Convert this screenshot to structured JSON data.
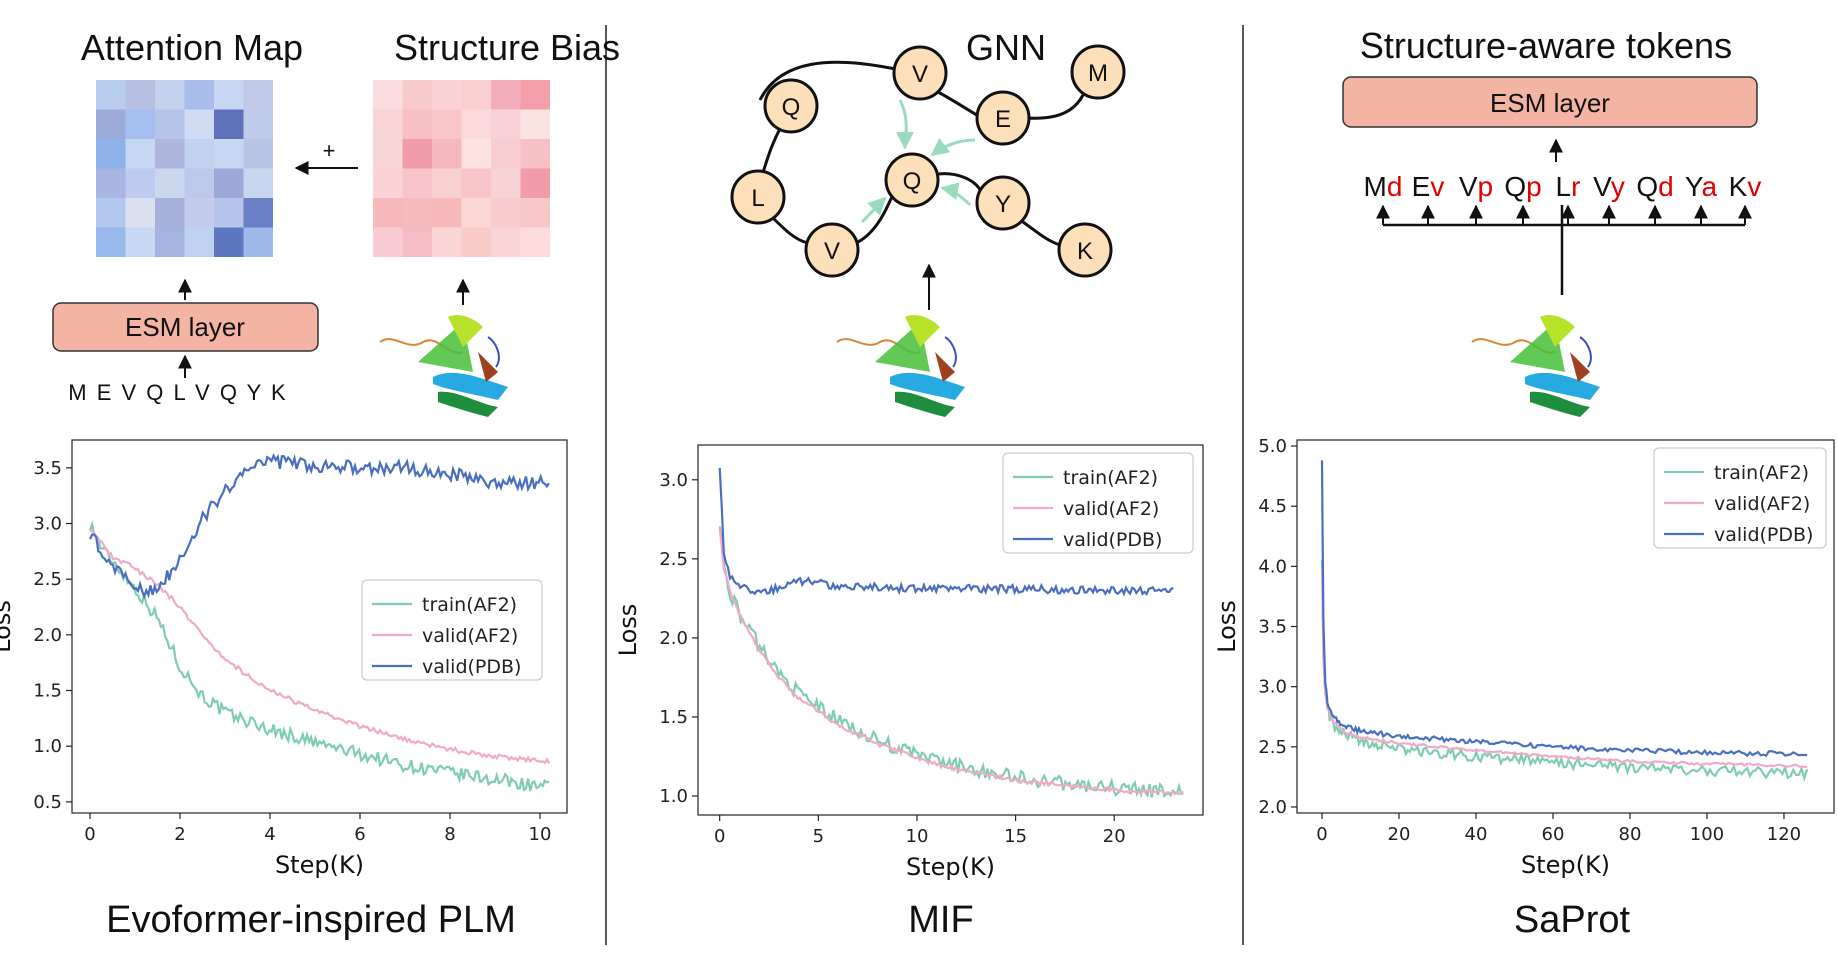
{
  "panels": [
    {
      "id": "evoformer",
      "heading_left": "Attention Map",
      "heading_right": "Structure Bias",
      "plus_sign": "+",
      "esm_label": "ESM layer",
      "sequence": "M E V Q L V Q Y K",
      "title": "Evoformer-inspired PLM",
      "attention_colors": [
        [
          "#b8cdee",
          "#b6c0e0",
          "#c4d2ee",
          "#a9bcea",
          "#c7d6f2",
          "#c0cae6"
        ],
        [
          "#9dabd8",
          "#a6bff0",
          "#b5c5ea",
          "#cfdaf3",
          "#5e70b9",
          "#bdcbe9"
        ],
        [
          "#8db3ea",
          "#c6d7f1",
          "#adb6dc",
          "#c1d2ef",
          "#c6d7f1",
          "#b8c6e6"
        ],
        [
          "#a9b6e2",
          "#bccbef",
          "#cbd7ef",
          "#bcc9ea",
          "#9da8d9",
          "#c7d5ef"
        ],
        [
          "#b3c8ee",
          "#dbe0ef",
          "#a7b2dc",
          "#c3cdeb",
          "#b6c5ec",
          "#6a80c7"
        ],
        [
          "#98b8ec",
          "#c7d8f2",
          "#a5b3df",
          "#c0d2f2",
          "#5f76c0",
          "#9fbaea"
        ]
      ],
      "bias_colors": [
        [
          "#fbdddf",
          "#f6cac9",
          "#fad3d4",
          "#f9cfcf",
          "#f4aebb",
          "#f49eaa"
        ],
        [
          "#f9d5d5",
          "#f6bfc2",
          "#f8c6c6",
          "#fbd9db",
          "#f9d2d8",
          "#fae2e0"
        ],
        [
          "#f9d6d6",
          "#f29caa",
          "#f6b8bf",
          "#fbe1df",
          "#f8cdcf",
          "#f7c0c4"
        ],
        [
          "#fbd2d6",
          "#f8c4ca",
          "#f9d0d0",
          "#f7c4c8",
          "#f8d3d5",
          "#f29ca9"
        ],
        [
          "#f7b8bb",
          "#f7bbbd",
          "#f7b9b9",
          "#fbd7d6",
          "#f8cccd",
          "#f7c7c7"
        ],
        [
          "#f8cbd2",
          "#f6bcc3",
          "#f9d5d5",
          "#f8cbc7",
          "#f9d6d5",
          "#fbdbdb"
        ]
      ]
    },
    {
      "id": "mif",
      "heading": "GNN",
      "title": "MIF",
      "nodes": [
        "M",
        "V",
        "E",
        "Q",
        "Q",
        "Y",
        "L",
        "V",
        "K"
      ]
    },
    {
      "id": "saprot",
      "heading": "Structure-aware tokens",
      "esm_label": "ESM layer",
      "title": "SaProt",
      "tokens": [
        {
          "aa": "M",
          "ss": "d"
        },
        {
          "aa": "E",
          "ss": "v"
        },
        {
          "aa": "V",
          "ss": "p"
        },
        {
          "aa": "Q",
          "ss": "p"
        },
        {
          "aa": "L",
          "ss": "r"
        },
        {
          "aa": "V",
          "ss": "y"
        },
        {
          "aa": "Q",
          "ss": "d"
        },
        {
          "aa": "Y",
          "ss": "a"
        },
        {
          "aa": "K",
          "ss": "v"
        }
      ]
    }
  ],
  "colors": {
    "train": "#7fcdb0",
    "valid_af2": "#f2a9c9",
    "valid_pdb": "#4a6fc0",
    "esm_fill": "#f4b4a4",
    "node_fill": "#fde0b9",
    "gnn_arrow": "#9adbbd",
    "token_red": "#e00000"
  },
  "chart_data": [
    {
      "type": "line",
      "xlabel": "Step(K)",
      "ylabel": "Loss",
      "xlim": [
        -0.4,
        10.6
      ],
      "ylim": [
        0.4,
        3.75
      ],
      "xticks": [
        0,
        2,
        4,
        6,
        8,
        10
      ],
      "yticks": [
        0.5,
        1.0,
        1.5,
        2.0,
        2.5,
        3.0,
        3.5
      ],
      "ytick_labels": [
        "0.5",
        "1.0",
        "1.5",
        "2.0",
        "2.5",
        "3.0",
        "3.5"
      ],
      "legend": "center-right",
      "series": [
        {
          "name": "train(AF2)",
          "key": "train",
          "noise": 0.06,
          "x": [
            0,
            0.3,
            0.6,
            1.0,
            1.5,
            2.0,
            2.5,
            3.0,
            4.0,
            5.0,
            6.0,
            7.0,
            8.0,
            9.0,
            10.2
          ],
          "y": [
            3.0,
            2.75,
            2.62,
            2.42,
            2.15,
            1.72,
            1.45,
            1.3,
            1.15,
            1.03,
            0.93,
            0.83,
            0.76,
            0.7,
            0.63
          ]
        },
        {
          "name": "valid(AF2)",
          "key": "valid_af2",
          "noise": 0.02,
          "x": [
            0,
            0.5,
            1.0,
            1.5,
            2.0,
            2.5,
            3.0,
            4.0,
            5.0,
            6.0,
            7.0,
            8.0,
            9.0,
            10.2
          ],
          "y": [
            2.95,
            2.7,
            2.6,
            2.45,
            2.25,
            2.0,
            1.78,
            1.5,
            1.32,
            1.18,
            1.06,
            0.97,
            0.91,
            0.86
          ]
        },
        {
          "name": "valid(PDB)",
          "key": "valid_pdb",
          "noise": 0.06,
          "x": [
            0,
            0.4,
            0.8,
            1.2,
            1.6,
            2.0,
            2.5,
            3.0,
            3.5,
            4.0,
            5.0,
            6.0,
            7.0,
            8.0,
            9.0,
            10.2
          ],
          "y": [
            2.92,
            2.65,
            2.5,
            2.38,
            2.45,
            2.7,
            3.05,
            3.3,
            3.48,
            3.56,
            3.52,
            3.5,
            3.5,
            3.45,
            3.35,
            3.38
          ]
        }
      ]
    },
    {
      "type": "line",
      "xlabel": "Step(K)",
      "ylabel": "Loss",
      "xlim": [
        -1.1,
        24.5
      ],
      "ylim": [
        0.88,
        3.22
      ],
      "xticks": [
        0,
        5,
        10,
        15,
        20
      ],
      "yticks": [
        1.0,
        1.5,
        2.0,
        2.5,
        3.0
      ],
      "ytick_labels": [
        "1.0",
        "1.5",
        "2.0",
        "2.5",
        "3.0"
      ],
      "legend": "top-right",
      "series": [
        {
          "name": "train(AF2)",
          "key": "train",
          "noise": 0.045,
          "x": [
            0,
            0.2,
            0.5,
            1.0,
            2.0,
            3.0,
            4.0,
            6.0,
            8.0,
            10.0,
            12.0,
            15.0,
            18.0,
            21.0,
            23.5
          ],
          "y": [
            2.75,
            2.45,
            2.3,
            2.15,
            1.95,
            1.78,
            1.65,
            1.48,
            1.35,
            1.26,
            1.19,
            1.12,
            1.07,
            1.04,
            1.02
          ]
        },
        {
          "name": "valid(AF2)",
          "key": "valid_af2",
          "noise": 0.012,
          "x": [
            0,
            0.2,
            0.5,
            1.0,
            2.0,
            3.0,
            4.0,
            6.0,
            8.0,
            10.0,
            12.0,
            15.0,
            18.0,
            21.0,
            23.5
          ],
          "y": [
            2.7,
            2.45,
            2.3,
            2.15,
            1.93,
            1.75,
            1.62,
            1.45,
            1.33,
            1.24,
            1.17,
            1.1,
            1.06,
            1.03,
            1.02
          ]
        },
        {
          "name": "valid(PDB)",
          "key": "valid_pdb",
          "noise": 0.025,
          "x": [
            0,
            0.2,
            0.5,
            1.0,
            1.5,
            2.5,
            4.0,
            6.0,
            10.0,
            15.0,
            20.0,
            23.0
          ],
          "y": [
            3.1,
            2.55,
            2.4,
            2.32,
            2.3,
            2.3,
            2.36,
            2.33,
            2.31,
            2.31,
            2.3,
            2.3
          ]
        }
      ]
    },
    {
      "type": "line",
      "xlabel": "Step(K)",
      "ylabel": "Loss",
      "xlim": [
        -6.5,
        133
      ],
      "ylim": [
        1.95,
        5.05
      ],
      "xticks": [
        0,
        20,
        40,
        60,
        80,
        100,
        120
      ],
      "yticks": [
        2.0,
        2.5,
        3.0,
        3.5,
        4.0,
        4.5,
        5.0
      ],
      "ytick_labels": [
        "2.0",
        "2.5",
        "3.0",
        "3.5",
        "4.0",
        "4.5",
        "5.0"
      ],
      "legend": "top-right",
      "series": [
        {
          "name": "train(AF2)",
          "key": "train",
          "noise": 0.045,
          "x": [
            0,
            0.3,
            0.8,
            1.5,
            3,
            6,
            10,
            20,
            40,
            60,
            80,
            100,
            126
          ],
          "y": [
            4.1,
            3.3,
            2.95,
            2.8,
            2.68,
            2.6,
            2.55,
            2.48,
            2.42,
            2.37,
            2.33,
            2.3,
            2.28
          ]
        },
        {
          "name": "valid(AF2)",
          "key": "valid_af2",
          "noise": 0.01,
          "x": [
            0,
            0.3,
            0.8,
            1.5,
            3,
            6,
            10,
            20,
            40,
            60,
            80,
            100,
            126
          ],
          "y": [
            4.0,
            3.3,
            2.95,
            2.82,
            2.7,
            2.62,
            2.58,
            2.53,
            2.47,
            2.42,
            2.38,
            2.36,
            2.34
          ]
        },
        {
          "name": "valid(PDB)",
          "key": "valid_pdb",
          "noise": 0.02,
          "x": [
            0,
            0.3,
            0.8,
            1.5,
            3,
            6,
            10,
            20,
            40,
            60,
            80,
            100,
            126
          ],
          "y": [
            4.9,
            3.6,
            3.05,
            2.85,
            2.74,
            2.67,
            2.63,
            2.59,
            2.54,
            2.5,
            2.47,
            2.45,
            2.44
          ]
        }
      ]
    }
  ]
}
